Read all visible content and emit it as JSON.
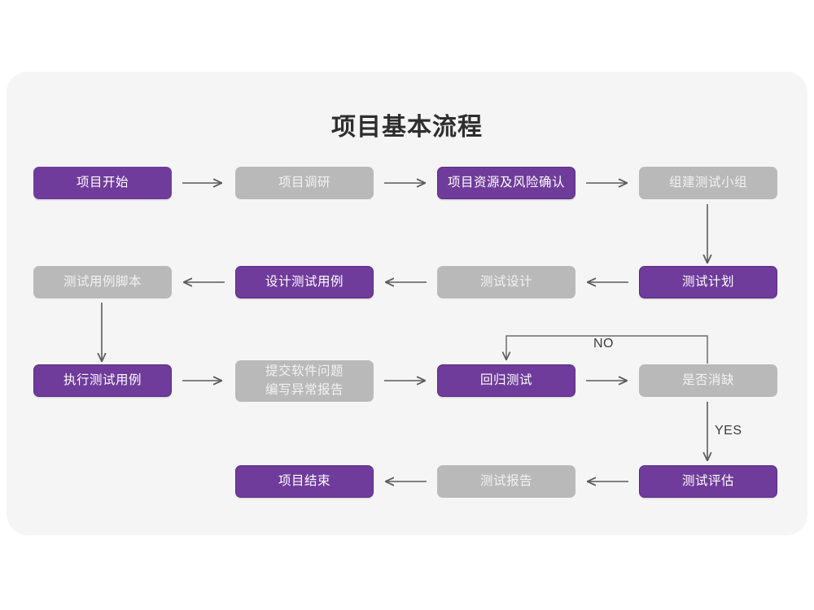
{
  "chart_data": {
    "type": "diagram",
    "title": "项目基本流程",
    "nodes": [
      {
        "id": "n1",
        "label": "项目开始",
        "style": "purple",
        "row": 1,
        "col": 1
      },
      {
        "id": "n2",
        "label": "项目调研",
        "style": "gray",
        "row": 1,
        "col": 2
      },
      {
        "id": "n3",
        "label": "项目资源及风险确认",
        "style": "purple",
        "row": 1,
        "col": 3
      },
      {
        "id": "n4",
        "label": "组建测试小组",
        "style": "gray",
        "row": 1,
        "col": 4
      },
      {
        "id": "n5",
        "label": "测试用例脚本",
        "style": "gray",
        "row": 2,
        "col": 1
      },
      {
        "id": "n6",
        "label": "设计测试用例",
        "style": "purple",
        "row": 2,
        "col": 2
      },
      {
        "id": "n7",
        "label": "测试设计",
        "style": "gray",
        "row": 2,
        "col": 3
      },
      {
        "id": "n8",
        "label": "测试计划",
        "style": "purple",
        "row": 2,
        "col": 4
      },
      {
        "id": "n9",
        "label": "执行测试用例",
        "style": "purple",
        "row": 3,
        "col": 1
      },
      {
        "id": "n10",
        "label": "提交软件问题\n编写异常报告",
        "style": "gray",
        "row": 3,
        "col": 2
      },
      {
        "id": "n11",
        "label": "回归测试",
        "style": "purple",
        "row": 3,
        "col": 3
      },
      {
        "id": "n12",
        "label": "是否消缺",
        "style": "gray",
        "row": 3,
        "col": 4
      },
      {
        "id": "n13",
        "label": "项目结束",
        "style": "purple",
        "row": 4,
        "col": 2
      },
      {
        "id": "n14",
        "label": "测试报告",
        "style": "gray",
        "row": 4,
        "col": 3
      },
      {
        "id": "n15",
        "label": "测试评估",
        "style": "purple",
        "row": 4,
        "col": 4
      }
    ],
    "edges": [
      {
        "from": "n1",
        "to": "n2",
        "label": "",
        "direction": "right"
      },
      {
        "from": "n2",
        "to": "n3",
        "label": "",
        "direction": "right"
      },
      {
        "from": "n3",
        "to": "n4",
        "label": "",
        "direction": "right"
      },
      {
        "from": "n4",
        "to": "n8",
        "label": "",
        "direction": "down"
      },
      {
        "from": "n8",
        "to": "n7",
        "label": "",
        "direction": "left"
      },
      {
        "from": "n7",
        "to": "n6",
        "label": "",
        "direction": "left"
      },
      {
        "from": "n6",
        "to": "n5",
        "label": "",
        "direction": "left"
      },
      {
        "from": "n5",
        "to": "n9",
        "label": "",
        "direction": "down"
      },
      {
        "from": "n9",
        "to": "n10",
        "label": "",
        "direction": "right"
      },
      {
        "from": "n10",
        "to": "n11",
        "label": "",
        "direction": "right"
      },
      {
        "from": "n11",
        "to": "n12",
        "label": "",
        "direction": "right"
      },
      {
        "from": "n12",
        "to": "n11",
        "label": "NO",
        "direction": "loop-up-left"
      },
      {
        "from": "n12",
        "to": "n15",
        "label": "YES",
        "direction": "down"
      },
      {
        "from": "n15",
        "to": "n14",
        "label": "",
        "direction": "left"
      },
      {
        "from": "n14",
        "to": "n13",
        "label": "",
        "direction": "left"
      }
    ],
    "edge_labels": [
      "NO",
      "YES"
    ],
    "colors": {
      "purple": "#6F3C9B",
      "gray": "#B9B9B9",
      "panel": "#F5F5F5",
      "page": "#FFFFFF",
      "connector": "#5B5B5B",
      "title_text": "#2E2E2E",
      "purple_text": "#FFFFFF",
      "gray_text": "#F2F2F2",
      "label_text": "#3C3C3C"
    }
  },
  "diagram": {
    "title": "项目基本流程",
    "nodes": {
      "n1": "项目开始",
      "n2": "项目调研",
      "n3": "项目资源及风险确认",
      "n4": "组建测试小组",
      "n5": "测试用例脚本",
      "n6": "设计测试用例",
      "n7": "测试设计",
      "n8": "测试计划",
      "n9": "执行测试用例",
      "n10a": "提交软件问题",
      "n10b": "编写异常报告",
      "n11": "回归测试",
      "n12": "是否消缺",
      "n13": "项目结束",
      "n14": "测试报告",
      "n15": "测试评估"
    },
    "labels": {
      "no": "NO",
      "yes": "YES"
    }
  }
}
